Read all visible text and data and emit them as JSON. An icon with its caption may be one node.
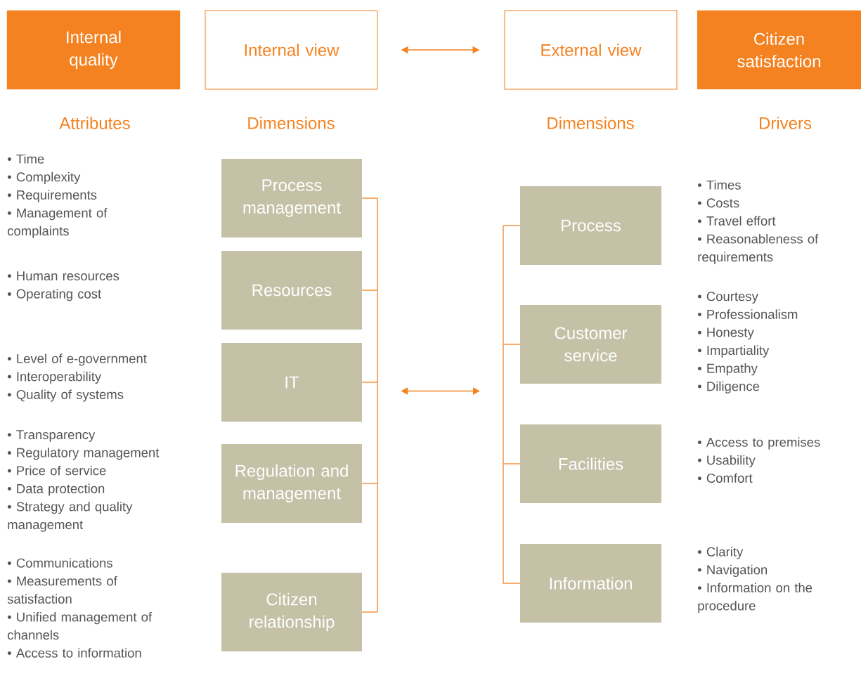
{
  "diagram": {
    "nodes": [
      {
        "text": [
          "Internal quality"
        ]
      },
      {
        "text": [
          "Internal view"
        ]
      },
      {
        "text": [
          "External view"
        ]
      },
      {
        "text": [
          "Citizen satisfaction"
        ]
      },
      {
        "text": [
          "Process management"
        ],
        "beside": [
          "• Time",
          "• Complexity",
          "• Requirements",
          "• Management of complaints"
        ]
      },
      {
        "text": [
          "Resources"
        ],
        "beside": [
          "• Human resources",
          "• Operating cost"
        ]
      },
      {
        "text": [
          "IT"
        ],
        "beside": [
          "• Level of e-government",
          "• Interoperability",
          "• Quality of systems"
        ]
      },
      {
        "text": [
          "Regulation and management"
        ],
        "beside": [
          "• Transparency",
          "• Regulatory management",
          "• Price of service",
          "• Data protection",
          "• Strategy and quality management"
        ]
      },
      {
        "text": [
          "Citizen relationship"
        ],
        "beside": [
          "• Communications",
          "• Measurements of satisfaction",
          "• Unified management of channels",
          "• Access to information"
        ]
      },
      {
        "text": [
          "Process"
        ],
        "beside": [
          "• Times",
          "• Costs",
          "• Travel effort",
          "• Reasonableness of requirements"
        ]
      },
      {
        "text": [
          "Customer service"
        ],
        "beside": [
          "• Courtesy",
          "• Professionalism",
          "• Honesty",
          "• Impartiality",
          "• Empathy",
          "• Diligence"
        ]
      },
      {
        "text": [
          "Facilities"
        ],
        "beside": [
          "• Access to premises",
          "• Usability",
          "• Comfort"
        ]
      },
      {
        "text": [
          "Information"
        ],
        "beside": [
          "• Clarity",
          "• Navigation",
          "• Information on the procedure"
        ]
      },
      {
        "text": [],
        "shape": "bracket"
      },
      {
        "text": [],
        "shape": "bracket"
      }
    ],
    "edges": [
      {
        "from": 1,
        "to": 2,
        "arrow": "both"
      },
      {
        "from": 4,
        "to": 13,
        "arrow": "none"
      },
      {
        "from": 5,
        "to": 13,
        "arrow": "none"
      },
      {
        "from": 6,
        "to": 13,
        "arrow": "none"
      },
      {
        "from": 7,
        "to": 13,
        "arrow": "none"
      },
      {
        "from": 8,
        "to": 13,
        "arrow": "none"
      },
      {
        "from": 13,
        "to": 14,
        "arrow": "both"
      },
      {
        "from": 14,
        "to": 9,
        "arrow": "none"
      },
      {
        "from": 14,
        "to": 10,
        "arrow": "none"
      },
      {
        "from": 14,
        "to": 11,
        "arrow": "none"
      },
      {
        "from": 14,
        "to": 12,
        "arrow": "none"
      }
    ],
    "labels": [
      "Attributes",
      "Dimensions",
      "Dimensions",
      "Drivers"
    ]
  }
}
